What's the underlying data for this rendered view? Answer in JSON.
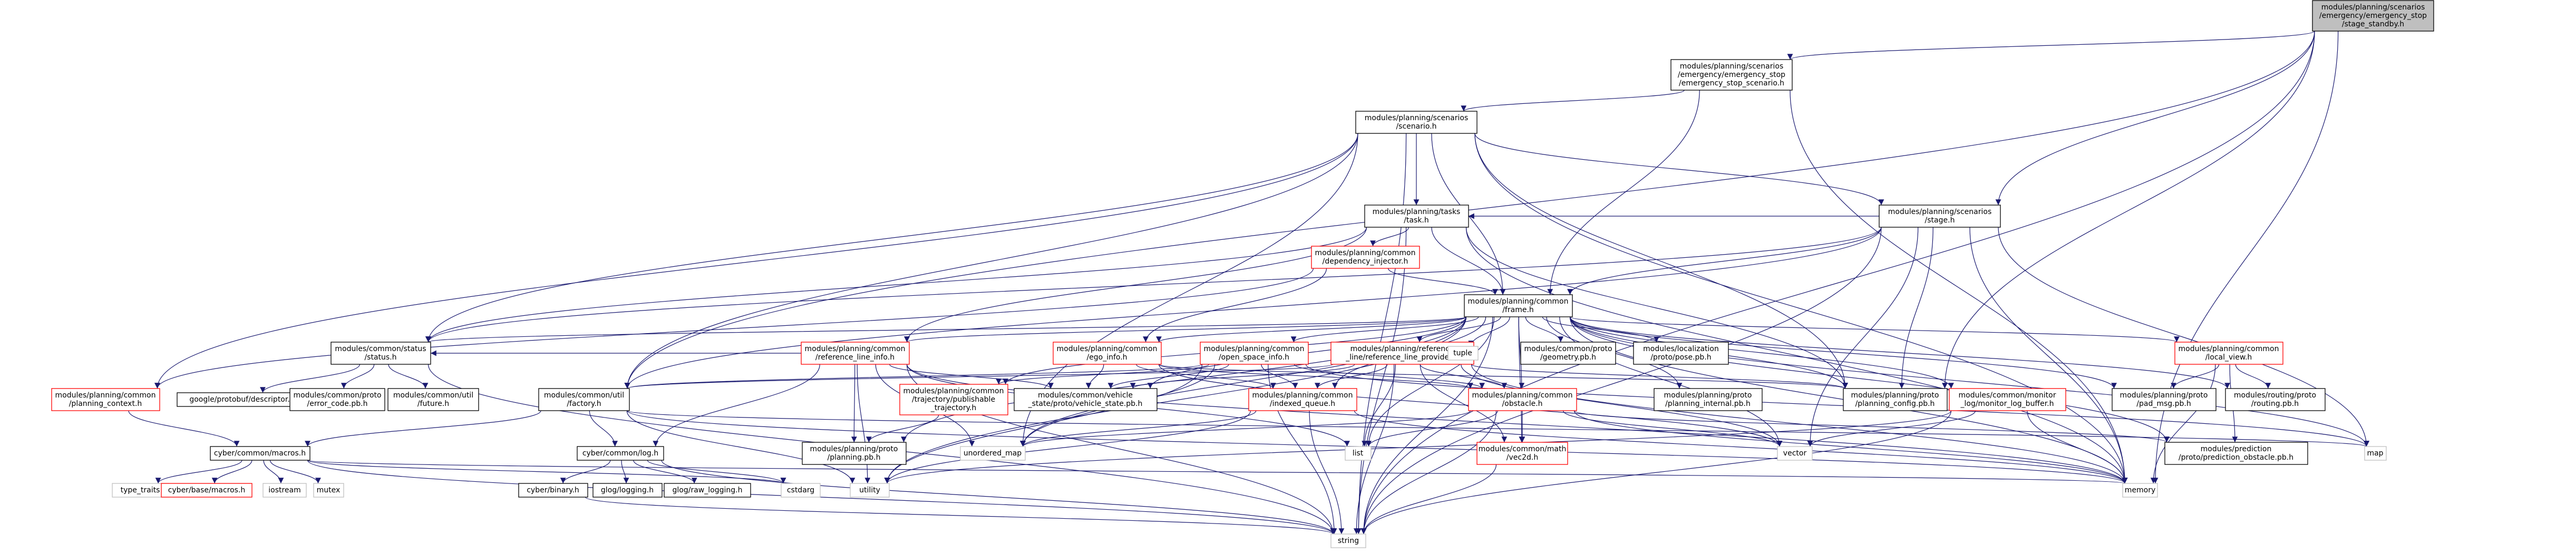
{
  "graph": {
    "title": "",
    "colors": {
      "edge": "#191970",
      "root_fill": "#bfbfbf",
      "box_stroke": "#000000",
      "link_stroke": "#ff0000",
      "node_fill": "#ffffff"
    },
    "nodes": {
      "estop_stage_standby": [
        "modules/planning/scenarios",
        "/emergency/emergency_stop",
        "/stage_standby.h"
      ],
      "estop_scenario": [
        "modules/planning/scenarios",
        "/emergency/emergency_stop",
        "/emergency_stop_scenario.h"
      ],
      "scenario": [
        "modules/planning/scenarios",
        "/scenario.h"
      ],
      "stage": [
        "modules/planning/scenarios",
        "/stage.h"
      ],
      "task": [
        "modules/planning/tasks",
        "/task.h"
      ],
      "dependency_injector": [
        "modules/planning/common",
        "/dependency_injector.h"
      ],
      "frame": [
        "modules/planning/common",
        "/frame.h"
      ],
      "status": [
        "modules/common/status",
        "/status.h"
      ],
      "reference_line_info": [
        "modules/planning/common",
        "/reference_line_info.h"
      ],
      "ego_info": [
        "modules/planning/common",
        "/ego_info.h"
      ],
      "open_space_info": [
        "modules/planning/common",
        "/open_space_info.h"
      ],
      "reference_line_provider": [
        "modules/planning/reference",
        "_line/reference_line_provider.h"
      ],
      "tuple": [
        "tuple"
      ],
      "geometry_pb": [
        "modules/common/proto",
        "/geometry.pb.h"
      ],
      "pose_pb": [
        "modules/localization",
        "/proto/pose.pb.h"
      ],
      "local_view": [
        "modules/planning/common",
        "/local_view.h"
      ],
      "planning_context": [
        "modules/planning/common",
        "/planning_context.h"
      ],
      "google_descriptor": [
        "google/protobuf/descriptor.h"
      ],
      "error_code_pb": [
        "modules/common/proto",
        "/error_code.pb.h"
      ],
      "future": [
        "modules/common/util",
        "/future.h"
      ],
      "factory": [
        "modules/common/util",
        "/factory.h"
      ],
      "publishable_trajectory": [
        "modules/planning/common",
        "/trajectory/publishable",
        "_trajectory.h"
      ],
      "vehicle_state_pb": [
        "modules/common/vehicle",
        "_state/proto/vehicle_state.pb.h"
      ],
      "indexed_queue": [
        "modules/planning/common",
        "/indexed_queue.h"
      ],
      "obstacle": [
        "modules/planning/common",
        "/obstacle.h"
      ],
      "planning_internal_pb": [
        "modules/planning/proto",
        "/planning_internal.pb.h"
      ],
      "planning_config_pb": [
        "modules/planning/proto",
        "/planning_config.pb.h"
      ],
      "log_buffer": [
        "modules/common/monitor",
        "_log/monitor_log_buffer.h"
      ],
      "pad_msg_pb": [
        "modules/planning/proto",
        "/pad_msg.pb.h"
      ],
      "routing_pb": [
        "modules/routing/proto",
        "/routing.pb.h"
      ],
      "macros": [
        "cyber/common/macros.h"
      ],
      "cyber_log": [
        "cyber/common/log.h"
      ],
      "planning_pb": [
        "modules/planning/proto",
        "/planning.pb.h"
      ],
      "unordered_map": [
        "unordered_map"
      ],
      "list": [
        "list"
      ],
      "vec2d": [
        "modules/common/math",
        "/vec2d.h"
      ],
      "vector": [
        "vector"
      ],
      "map": [
        "map"
      ],
      "prediction_obstacle_pb": [
        "modules/prediction",
        "/proto/prediction_obstacle.pb.h"
      ],
      "type_traits": [
        "type_traits"
      ],
      "base_macros": [
        "cyber/base/macros.h"
      ],
      "iostream": [
        "iostream"
      ],
      "mutex": [
        "mutex"
      ],
      "binary": [
        "cyber/binary.h"
      ],
      "glog_logging": [
        "glog/logging.h"
      ],
      "glog_raw_logging": [
        "glog/raw_logging.h"
      ],
      "cstdarg": [
        "cstdarg"
      ],
      "utility": [
        "utility"
      ],
      "memory": [
        "memory"
      ],
      "string": [
        "string"
      ]
    },
    "edges": [
      [
        "estop_stage_standby",
        "estop_scenario"
      ],
      [
        "estop_stage_standby",
        "stage"
      ],
      [
        "estop_stage_standby",
        "factory"
      ],
      [
        "estop_stage_standby",
        "planning_config_pb"
      ],
      [
        "estop_stage_standby",
        "memory"
      ],
      [
        "estop_stage_standby",
        "string"
      ],
      [
        "estop_scenario",
        "scenario"
      ],
      [
        "estop_scenario",
        "frame"
      ],
      [
        "estop_scenario",
        "memory"
      ],
      [
        "scenario",
        "stage"
      ],
      [
        "scenario",
        "task"
      ],
      [
        "scenario",
        "frame"
      ],
      [
        "scenario",
        "status"
      ],
      [
        "scenario",
        "factory"
      ],
      [
        "scenario",
        "planning_context"
      ],
      [
        "scenario",
        "planning_config_pb"
      ],
      [
        "scenario",
        "unordered_map"
      ],
      [
        "scenario",
        "memory"
      ],
      [
        "scenario",
        "string"
      ],
      [
        "stage",
        "task"
      ],
      [
        "stage",
        "frame"
      ],
      [
        "stage",
        "status"
      ],
      [
        "stage",
        "factory"
      ],
      [
        "stage",
        "planning_config_pb"
      ],
      [
        "stage",
        "map"
      ],
      [
        "stage",
        "vector"
      ],
      [
        "stage",
        "memory"
      ],
      [
        "stage",
        "string"
      ],
      [
        "task",
        "dependency_injector"
      ],
      [
        "task",
        "frame"
      ],
      [
        "task",
        "reference_line_info"
      ],
      [
        "task",
        "status"
      ],
      [
        "task",
        "planning_config_pb"
      ],
      [
        "task",
        "memory"
      ],
      [
        "task",
        "string"
      ],
      [
        "dependency_injector",
        "frame"
      ],
      [
        "dependency_injector",
        "ego_info"
      ],
      [
        "dependency_injector",
        "planning_context"
      ],
      [
        "frame",
        "status"
      ],
      [
        "frame",
        "reference_line_info"
      ],
      [
        "frame",
        "ego_info"
      ],
      [
        "frame",
        "open_space_info"
      ],
      [
        "frame",
        "reference_line_provider"
      ],
      [
        "frame",
        "tuple"
      ],
      [
        "frame",
        "geometry_pb"
      ],
      [
        "frame",
        "pose_pb"
      ],
      [
        "frame",
        "local_view"
      ],
      [
        "frame",
        "publishable_trajectory"
      ],
      [
        "frame",
        "vehicle_state_pb"
      ],
      [
        "frame",
        "indexed_queue"
      ],
      [
        "frame",
        "obstacle"
      ],
      [
        "frame",
        "planning_internal_pb"
      ],
      [
        "frame",
        "planning_config_pb"
      ],
      [
        "frame",
        "log_buffer"
      ],
      [
        "frame",
        "pad_msg_pb"
      ],
      [
        "frame",
        "routing_pb"
      ],
      [
        "frame",
        "planning_pb"
      ],
      [
        "frame",
        "unordered_map"
      ],
      [
        "frame",
        "list"
      ],
      [
        "frame",
        "vec2d"
      ],
      [
        "frame",
        "vector"
      ],
      [
        "frame",
        "map"
      ],
      [
        "frame",
        "prediction_obstacle_pb"
      ],
      [
        "frame",
        "utility"
      ],
      [
        "frame",
        "memory"
      ],
      [
        "frame",
        "string"
      ],
      [
        "status",
        "google_descriptor"
      ],
      [
        "status",
        "error_code_pb"
      ],
      [
        "status",
        "future"
      ],
      [
        "status",
        "string"
      ],
      [
        "reference_line_info",
        "status"
      ],
      [
        "reference_line_info",
        "vehicle_state_pb"
      ],
      [
        "reference_line_info",
        "cyber_log"
      ],
      [
        "reference_line_info",
        "planning_pb"
      ],
      [
        "reference_line_info",
        "unordered_map"
      ],
      [
        "reference_line_info",
        "list"
      ],
      [
        "reference_line_info",
        "utility"
      ],
      [
        "reference_line_info",
        "memory"
      ],
      [
        "reference_line_info",
        "string"
      ],
      [
        "ego_info",
        "vehicle_state_pb"
      ],
      [
        "ego_info",
        "obstacle"
      ],
      [
        "ego_info",
        "indexed_queue"
      ],
      [
        "ego_info",
        "planning_config_pb"
      ],
      [
        "ego_info",
        "vector"
      ],
      [
        "open_space_info",
        "publishable_trajectory"
      ],
      [
        "open_space_info",
        "indexed_queue"
      ],
      [
        "open_space_info",
        "obstacle"
      ],
      [
        "open_space_info",
        "vehicle_state_pb"
      ],
      [
        "open_space_info",
        "factory"
      ],
      [
        "open_space_info",
        "map"
      ],
      [
        "open_space_info",
        "unordered_map"
      ],
      [
        "open_space_info",
        "utility"
      ],
      [
        "open_space_info",
        "string"
      ],
      [
        "reference_line_provider",
        "factory"
      ],
      [
        "reference_line_provider",
        "vehicle_state_pb"
      ],
      [
        "reference_line_provider",
        "indexed_queue"
      ],
      [
        "reference_line_provider",
        "obstacle"
      ],
      [
        "reference_line_provider",
        "vec2d"
      ],
      [
        "reference_line_provider",
        "planning_config_pb"
      ],
      [
        "reference_line_provider",
        "list"
      ],
      [
        "reference_line_provider",
        "vector"
      ],
      [
        "reference_line_provider",
        "memory"
      ],
      [
        "reference_line_provider",
        "string"
      ],
      [
        "local_view",
        "pad_msg_pb"
      ],
      [
        "local_view",
        "routing_pb"
      ],
      [
        "local_view",
        "prediction_obstacle_pb"
      ],
      [
        "local_view",
        "memory"
      ],
      [
        "planning_context",
        "macros"
      ],
      [
        "factory",
        "macros"
      ],
      [
        "factory",
        "cyber_log"
      ],
      [
        "factory",
        "map"
      ],
      [
        "factory",
        "utility"
      ],
      [
        "factory",
        "memory"
      ],
      [
        "publishable_trajectory",
        "planning_pb"
      ],
      [
        "indexed_queue",
        "unordered_map"
      ],
      [
        "indexed_queue",
        "utility"
      ],
      [
        "indexed_queue",
        "memory"
      ],
      [
        "indexed_queue",
        "string"
      ],
      [
        "obstacle",
        "unordered_map"
      ],
      [
        "obstacle",
        "list"
      ],
      [
        "obstacle",
        "vec2d"
      ],
      [
        "obstacle",
        "vector"
      ],
      [
        "obstacle",
        "prediction_obstacle_pb"
      ],
      [
        "obstacle",
        "memory"
      ],
      [
        "obstacle",
        "string"
      ],
      [
        "log_buffer",
        "vector"
      ],
      [
        "log_buffer",
        "utility"
      ],
      [
        "log_buffer",
        "memory"
      ],
      [
        "log_buffer",
        "string"
      ],
      [
        "vec2d",
        "string"
      ],
      [
        "macros",
        "type_traits"
      ],
      [
        "macros",
        "base_macros"
      ],
      [
        "macros",
        "iostream"
      ],
      [
        "macros",
        "mutex"
      ],
      [
        "macros",
        "memory"
      ],
      [
        "macros",
        "cstdarg"
      ],
      [
        "macros",
        "string"
      ],
      [
        "cyber_log",
        "binary"
      ],
      [
        "cyber_log",
        "glog_logging"
      ],
      [
        "cyber_log",
        "glog_raw_logging"
      ],
      [
        "cyber_log",
        "cstdarg"
      ],
      [
        "cyber_log",
        "string"
      ],
      [
        "binary",
        "string"
      ]
    ]
  }
}
